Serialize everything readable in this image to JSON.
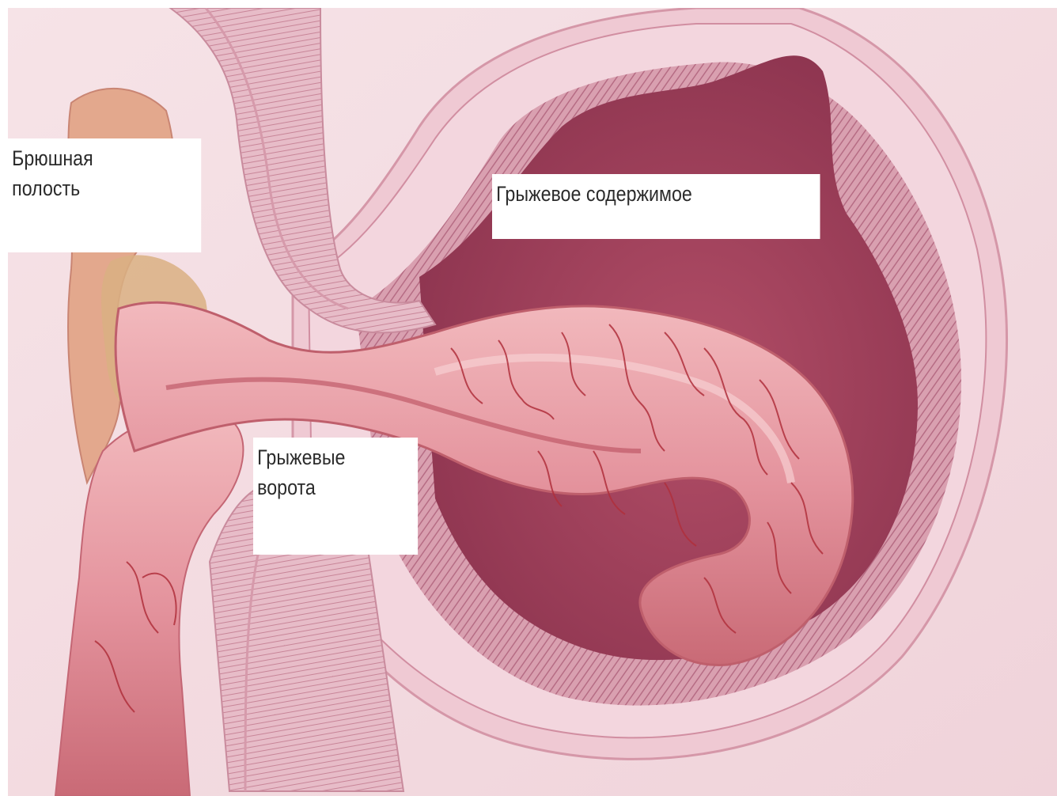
{
  "labels": {
    "abdominal_cavity": [
      "Брюшная",
      "полость"
    ],
    "hernial_content": "Грыжевое содержимое",
    "hernial_gate": [
      "Грыжевые",
      "ворота"
    ]
  },
  "colors": {
    "background": "#f3dde2",
    "sac_outer": "#e8b7c3",
    "sac_cavity": "#a3455e",
    "intestine": "#e59aa3",
    "intestine_shade": "#c8606d",
    "vessels": "#b0303c",
    "fat": "#d9a77a",
    "label_bg": "#ffffff"
  }
}
